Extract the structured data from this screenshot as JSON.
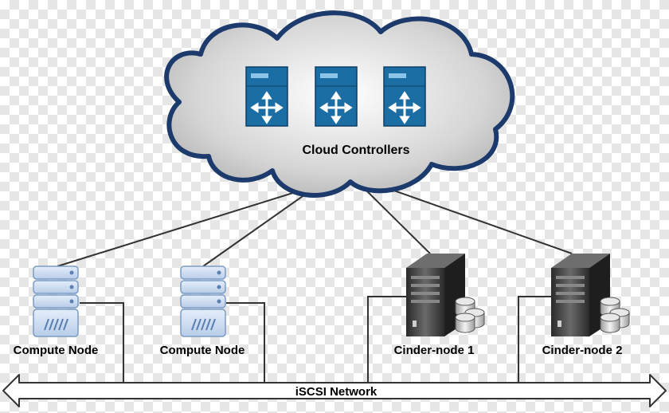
{
  "cloud": {
    "label": "Cloud Controllers",
    "controller_count": 3
  },
  "nodes": [
    {
      "label": "Compute Node",
      "type": "compute"
    },
    {
      "label": "Compute Node",
      "type": "compute"
    },
    {
      "label": "Cinder-node 1",
      "type": "cinder"
    },
    {
      "label": "Cinder-node 2",
      "type": "cinder"
    }
  ],
  "network": {
    "label": "iSCSI Network"
  },
  "colors": {
    "cloud_fill": "#d5d5d5",
    "cloud_outline": "#1c3a6b",
    "controller_blue": "#1a6ea3",
    "compute_blue": "#c9daf0",
    "cinder_dark": "#3a3a3a",
    "line": "#333333"
  }
}
